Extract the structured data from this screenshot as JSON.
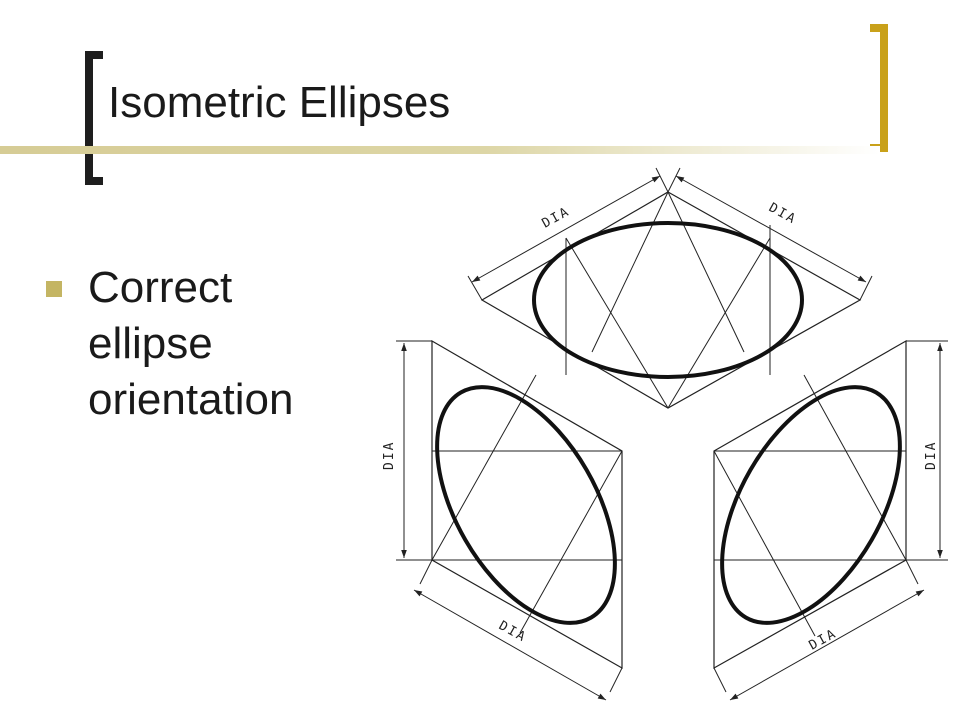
{
  "slide": {
    "title": "Isometric Ellipses",
    "bullet": "Correct ellipse orientation"
  },
  "diagram": {
    "dimension_label": "DIA",
    "colors": {
      "line": "#222222",
      "bullet": "#c4b563",
      "bracket_right": "#c9a11a"
    }
  }
}
